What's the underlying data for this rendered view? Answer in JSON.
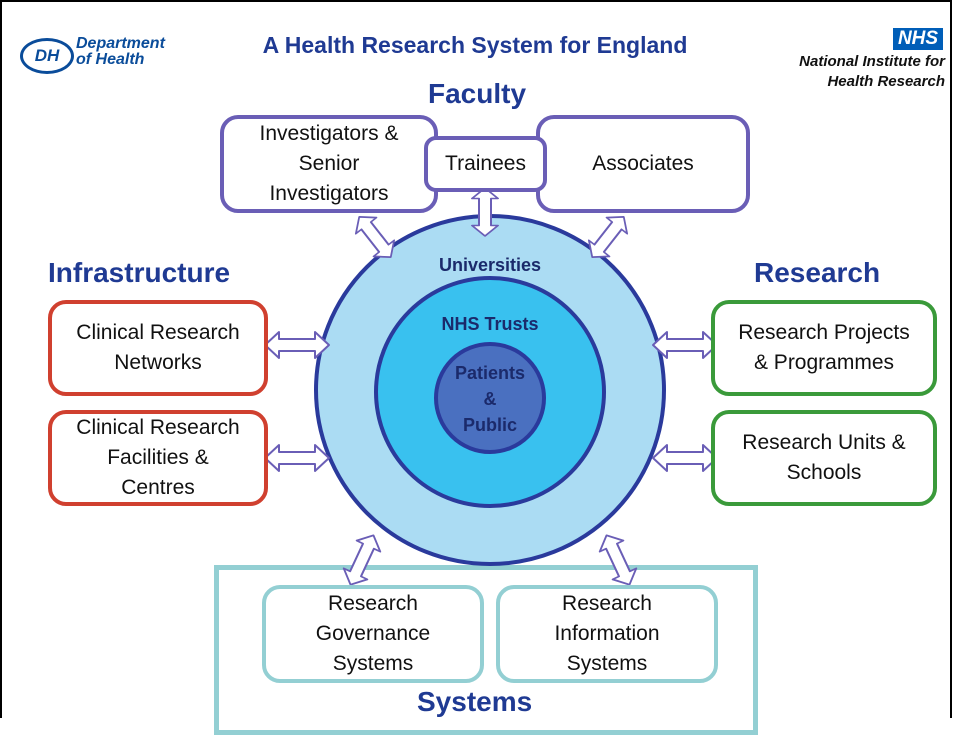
{
  "title": "A Health Research System for England",
  "logos": {
    "dh_mark": "DH",
    "dh_text": "Department\nof Health",
    "nhs_mark": "NHS",
    "nihr_text": "National Institute for\nHealth Research"
  },
  "sections": {
    "faculty": "Faculty",
    "infrastructure": "Infrastructure",
    "research": "Research",
    "systems": "Systems"
  },
  "faculty_boxes": {
    "investigators": "Investigators &\nSenior\nInvestigators",
    "trainees": "Trainees",
    "associates": "Associates"
  },
  "infrastructure_boxes": {
    "networks": "Clinical Research\nNetworks",
    "facilities": "Clinical Research\nFacilities &\nCentres"
  },
  "research_boxes": {
    "projects": "Research Projects\n& Programmes",
    "units": "Research Units &\nSchools"
  },
  "systems_boxes": {
    "governance": "Research\nGovernance\nSystems",
    "information": "Research\nInformation\nSystems"
  },
  "rings": {
    "universities": "Universities",
    "nhs_trusts": "NHS Trusts",
    "patients": "Patients\n&\nPublic"
  },
  "colors": {
    "heading": "#1f3a93",
    "faculty_border": "#6a5eb6",
    "infrastructure_border": "#d0402f",
    "research_border": "#3a9a3a",
    "systems_border": "#93cfd3",
    "universities_fill": "#abdcf3",
    "nhs_trusts_fill": "#39c1ef",
    "patients_fill": "#4a70c0",
    "ring_stroke": "#2a3a9c"
  }
}
